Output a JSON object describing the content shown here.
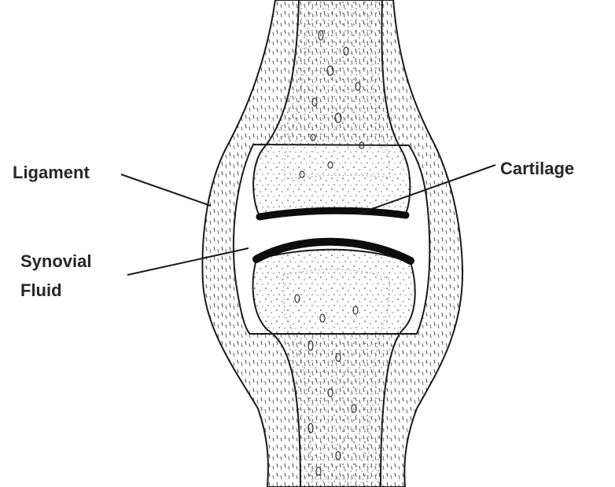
{
  "labels": {
    "ligament": "Ligament",
    "cartilage": "Cartilage",
    "synovial_line1": "Synovial",
    "synovial_line2": "Fluid"
  },
  "colors": {
    "ink": "#1a1a1a",
    "cartilage": "#0d0d0d",
    "background": "#ffffff",
    "label": "#262626"
  }
}
